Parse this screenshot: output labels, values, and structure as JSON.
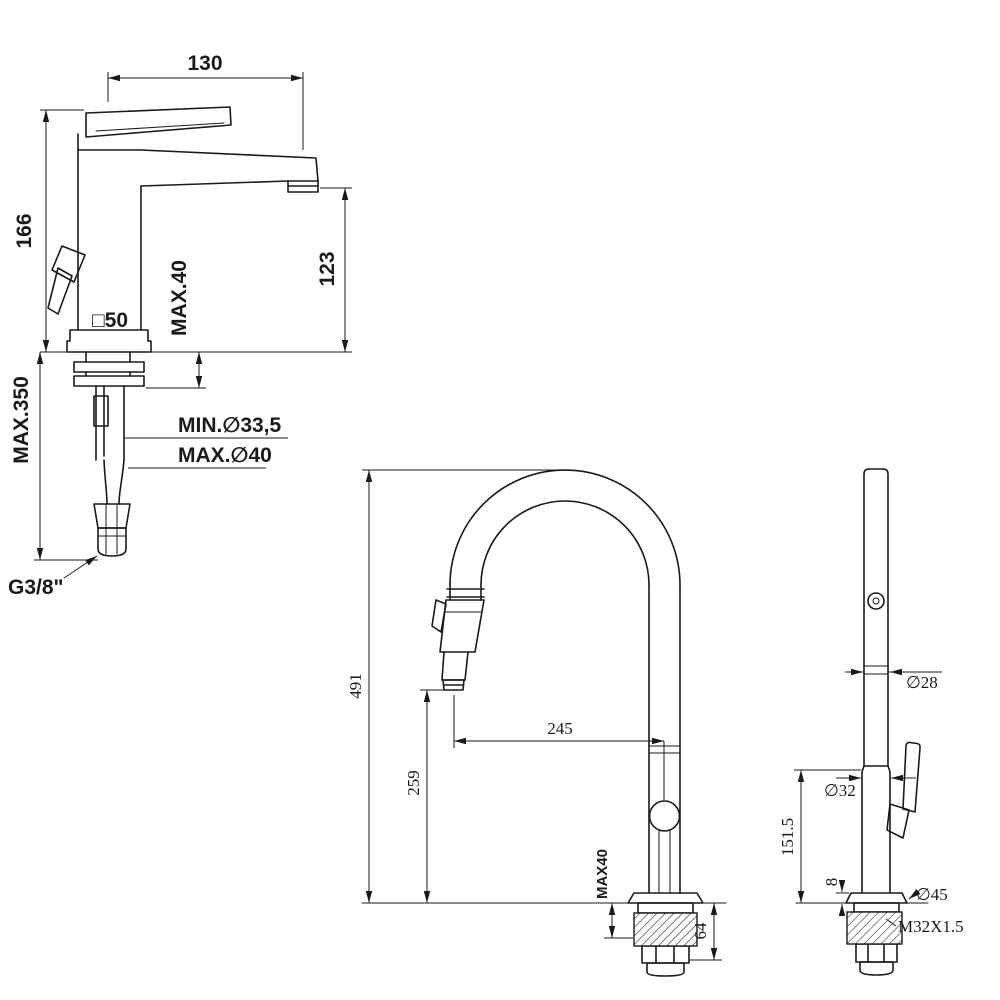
{
  "colors": {
    "background": "#ffffff",
    "line": "#1a1a1a"
  },
  "basin_faucet": {
    "dims": {
      "spout_reach": "130",
      "body_height": "166",
      "spout_height": "123",
      "max_deck_thickness": "MAX.40",
      "body_section": "□50",
      "min_hole_diameter": "MIN.∅33,5",
      "max_hole_diameter": "MAX.∅40",
      "max_hose_length": "MAX.350",
      "inlet_thread": "G3/8\""
    }
  },
  "kitchen_faucet_side": {
    "dims": {
      "total_height": "491",
      "outlet_height": "259",
      "spout_reach": "245",
      "max_deck_thickness": "MAX40",
      "shank_length": "64"
    }
  },
  "kitchen_faucet_front": {
    "dims": {
      "spout_tube_diameter": "∅28",
      "body_diameter": "∅32",
      "handle_zone_height": "151.5",
      "base_plate_height": "8",
      "base_diameter": "∅45",
      "mounting_thread": "M32X1.5"
    }
  }
}
